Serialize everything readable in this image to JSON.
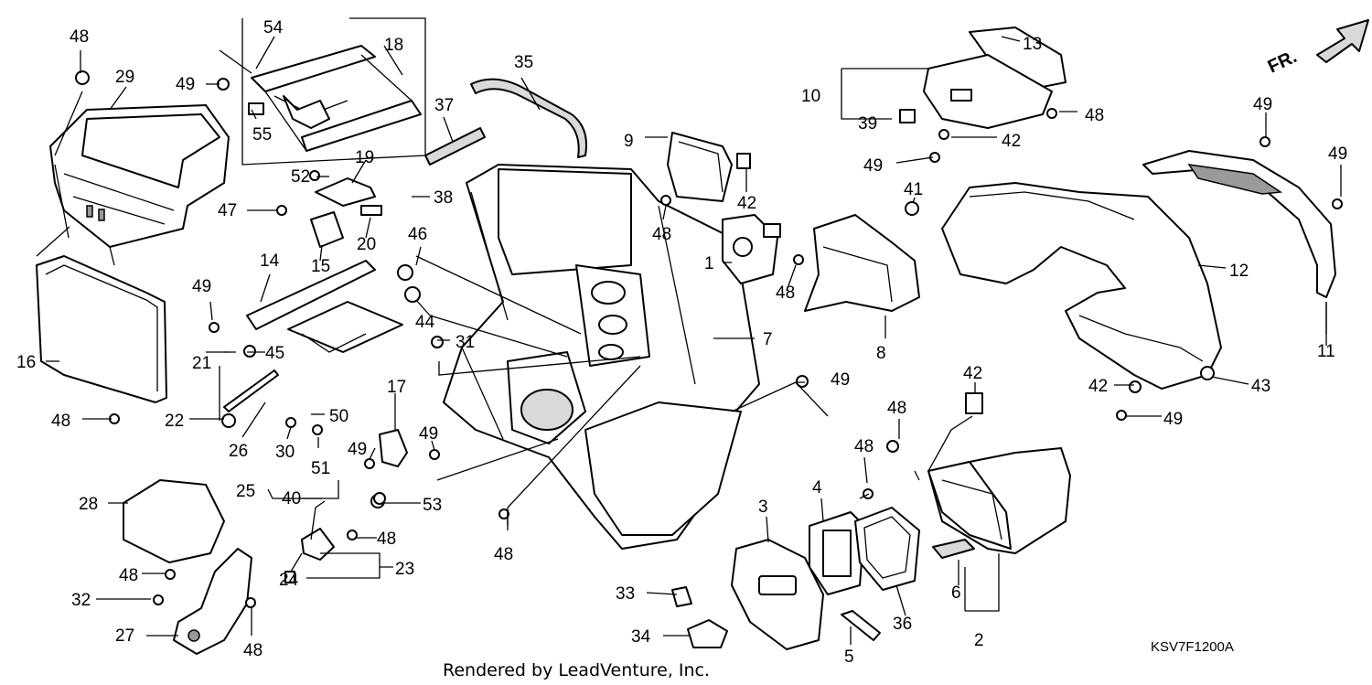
{
  "diagram_code": "KSV7F1200A",
  "credit": "Rendered by LeadVenture, Inc.",
  "direction_label": "FR.",
  "callouts": {
    "c48a": "48",
    "c29": "29",
    "c54": "54",
    "c18": "18",
    "c49a": "49",
    "c55": "55",
    "c35": "35",
    "c37": "37",
    "c9": "9",
    "c42a": "42",
    "c48b": "48",
    "c10": "10",
    "c13": "13",
    "c39": "39",
    "c42b": "42",
    "c48c": "48",
    "c49b": "49",
    "c49c": "49",
    "c49d": "49",
    "c52": "52",
    "c19": "19",
    "c38": "38",
    "c47": "47",
    "c20": "20",
    "c15": "15",
    "c41": "41",
    "c46": "46",
    "c1": "1",
    "c48d": "48",
    "c12": "12",
    "c14": "14",
    "c49e": "49",
    "c44": "44",
    "c8": "8",
    "c7": "7",
    "c11": "11",
    "c16": "16",
    "c21": "21",
    "c45": "45",
    "c31": "31",
    "c49f": "49",
    "c42c": "42",
    "c43": "43",
    "c49g": "49",
    "c22": "22",
    "c48e": "48",
    "c26": "26",
    "c30": "30",
    "c50": "50",
    "c17": "17",
    "c42d": "42",
    "c48f": "48",
    "c51": "51",
    "c49h": "49",
    "c49i": "49",
    "c48g": "48",
    "c25": "25",
    "c40": "40",
    "c53": "53",
    "c28": "28",
    "c4": "4",
    "c3": "3",
    "c48h": "48",
    "c23": "23",
    "c24": "24",
    "c48i": "48",
    "c32": "32",
    "c33": "33",
    "c6": "6",
    "c36": "36",
    "c2": "2",
    "c27": "27",
    "c48j": "48",
    "c34": "34",
    "c5": "5",
    "c48k": "48"
  }
}
